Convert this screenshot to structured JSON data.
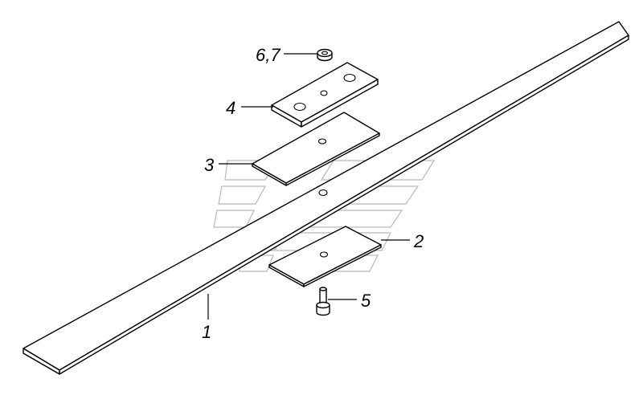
{
  "callouts": [
    {
      "id": "1",
      "text": "1"
    },
    {
      "id": "2",
      "text": "2"
    },
    {
      "id": "3",
      "text": "3"
    },
    {
      "id": "4",
      "text": "4"
    },
    {
      "id": "5",
      "text": "5"
    },
    {
      "id": "6-7",
      "text": "6,7"
    }
  ],
  "colors": {
    "line": "#000000",
    "background": "#ffffff",
    "watermark": "#b9b9b9"
  }
}
